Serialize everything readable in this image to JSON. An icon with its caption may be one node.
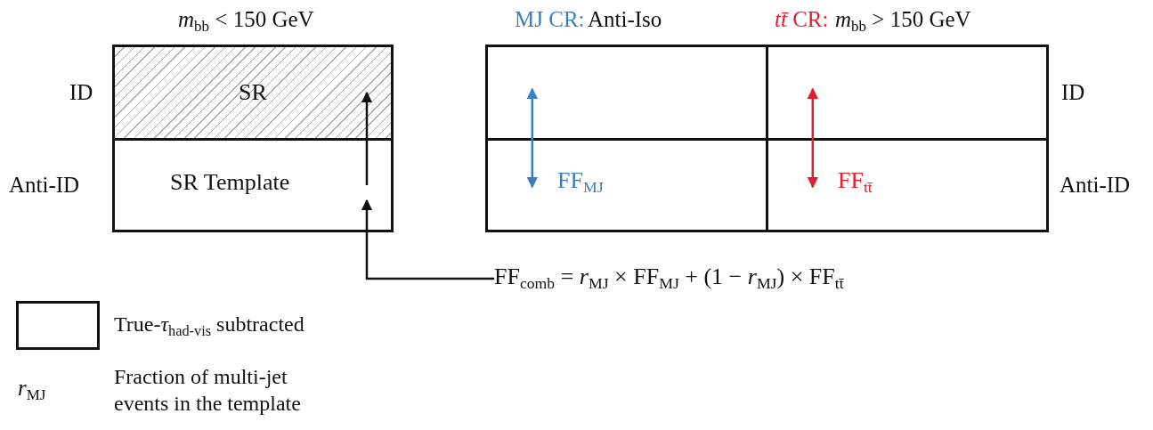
{
  "diagram": {
    "nodes": [
      {
        "text": [
          "SR"
        ]
      },
      {
        "text": [
          "SR Template"
        ]
      },
      {
        "text": [],
        "shape": "box"
      },
      {
        "text": [],
        "shape": "box"
      },
      {
        "text": [
          "FF$_{MJ}$"
        ]
      },
      {
        "text": [
          "FF$_{tt̄}$"
        ]
      },
      {
        "text": [
          "FF$_{comb}$ = *r*$_{MJ}$ × FF$_{MJ}$ + (1 − *r*$_{MJ}$) × FF$_{tt̄}$"
        ]
      }
    ],
    "edges": [
      {
        "from": 4,
        "to": 2,
        "arrow": "both",
        "color": "#3a7fc1"
      },
      {
        "from": 5,
        "to": 3,
        "arrow": "both",
        "color": "#e3202a"
      },
      {
        "from": 6,
        "to": 1,
        "arrow": "to"
      },
      {
        "from": 1,
        "to": 0,
        "arrow": "to"
      }
    ],
    "labels": [
      "*m*$_{bb}$ < 150 GeV",
      "ID",
      "Anti-ID",
      "MJ CR:",
      "Anti-Iso",
      "*tt̄* CR:",
      "*m*$_{bb}$ > 150 GeV",
      "ID",
      "Anti-ID",
      "*r*$_{MJ}$",
      "Fraction of multi-jet events in the template"
    ],
    "legend": [
      {
        "text": "True-*τ*$_{had-vis}$ subtracted",
        "color": "#ffffff"
      }
    ]
  }
}
